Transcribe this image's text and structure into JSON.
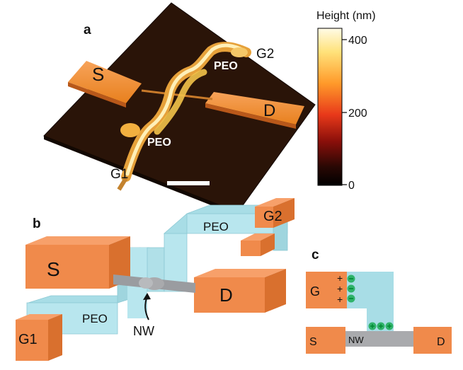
{
  "panel_a": {
    "label": "a",
    "S": "S",
    "D": "D",
    "G1": "G1",
    "G2": "G2",
    "peo_top": "PEO",
    "peo_bottom": "PEO",
    "colorbar": {
      "title": "Height (nm)",
      "ticks": [
        "400",
        "200",
        "0"
      ],
      "colors": [
        "#fffbe6",
        "#ffe27a",
        "#ff9a2a",
        "#e8391a",
        "#8a0f0a",
        "#2a0804",
        "#000000"
      ]
    }
  },
  "panel_b": {
    "label": "b",
    "S": "S",
    "D": "D",
    "G1": "G1",
    "G2": "G2",
    "peo_top": "PEO",
    "peo_bottom": "PEO",
    "nw": "NW"
  },
  "panel_c": {
    "label": "c",
    "G": "G",
    "S": "S",
    "D": "D",
    "nw": "NW",
    "plus": "+",
    "minus": "−"
  },
  "colors": {
    "electrode": "#f08a4b",
    "electrode_dark": "#c9602a",
    "peo": "#a8dde6",
    "nanowire": "#a9aaad",
    "ion": "#2fb36a",
    "afm_bg": "#2a1206"
  }
}
